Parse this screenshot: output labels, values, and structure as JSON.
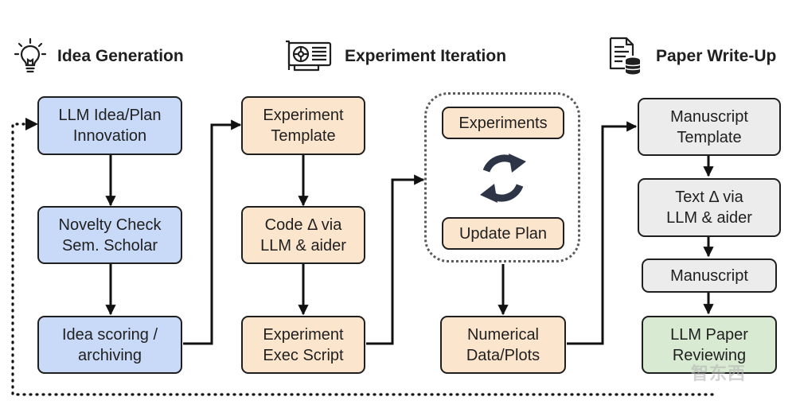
{
  "headings": {
    "idea": "Idea Generation",
    "experiment": "Experiment Iteration",
    "paper": "Paper Write-Up"
  },
  "idea": {
    "box1": [
      "LLM Idea/Plan",
      "Innovation"
    ],
    "box2": [
      "Novelty Check",
      "Sem. Scholar"
    ],
    "box3": [
      "Idea scoring /",
      "archiving"
    ]
  },
  "experiment": {
    "box1": [
      "Experiment",
      "Template"
    ],
    "box2": [
      "Code Δ via",
      "LLM & aider"
    ],
    "box3": [
      "Experiment",
      "Exec Script"
    ]
  },
  "iteration": {
    "box1": "Experiments",
    "box2": "Update Plan",
    "box3": [
      "Numerical",
      "Data/Plots"
    ]
  },
  "paper": {
    "box1": [
      "Manuscript",
      "Template"
    ],
    "box2": [
      "Text Δ via",
      "LLM & aider"
    ],
    "box3": "Manuscript",
    "box4": [
      "LLM Paper",
      "Reviewing"
    ]
  },
  "watermark": "智东西",
  "colors": {
    "blue": "#c9daf8",
    "peach": "#fce5cd",
    "gray": "#ececec",
    "green": "#d9ead3",
    "cycle_icon": "#2d3547"
  },
  "icons": {
    "idea": "lightbulb-icon",
    "experiment": "gpu-card-icon",
    "paper": "document-database-icon",
    "cycle": "refresh-cycle-icon"
  }
}
